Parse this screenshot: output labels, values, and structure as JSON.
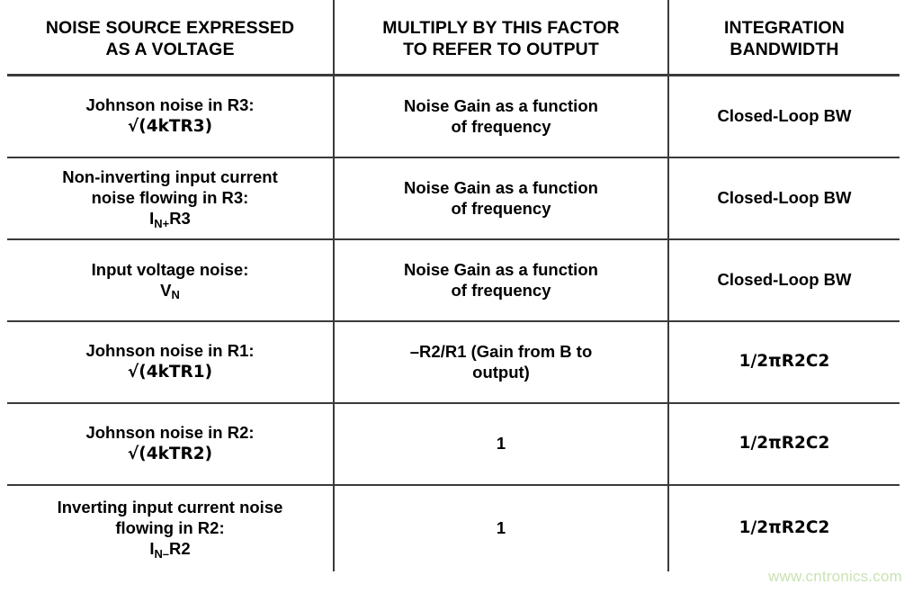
{
  "table": {
    "headers": [
      {
        "line1": "NOISE SOURCE EXPRESSED",
        "line2": "AS A VOLTAGE"
      },
      {
        "line1": "MULTIPLY BY THIS FACTOR",
        "line2": "TO REFER TO OUTPUT"
      },
      {
        "line1": "INTEGRATION",
        "line2": "BANDWIDTH"
      }
    ],
    "rows": [
      {
        "source_line1": "Johnson noise in R3:",
        "source_line2_prefix": "√(4kTR3)",
        "source_line2_sub": "",
        "source_line2_suffix": "",
        "factor_line1": "Noise Gain as a function",
        "factor_line2": "of frequency",
        "bandwidth": "Closed-Loop BW"
      },
      {
        "source_line1": "Non-inverting input current",
        "source_line1b": "noise flowing in R3:",
        "source_line2_prefix": "I",
        "source_line2_sub": "N+",
        "source_line2_suffix": "R3",
        "factor_line1": "Noise Gain as a function",
        "factor_line2": "of frequency",
        "bandwidth": "Closed-Loop BW"
      },
      {
        "source_line1": "Input voltage noise:",
        "source_line2_prefix": "V",
        "source_line2_sub": "N",
        "source_line2_suffix": "",
        "factor_line1": "Noise Gain as a function",
        "factor_line2": "of frequency",
        "bandwidth": "Closed-Loop BW"
      },
      {
        "source_line1": "Johnson noise in R1:",
        "source_line2_prefix": "√(4kTR1)",
        "source_line2_sub": "",
        "source_line2_suffix": "",
        "factor_line1": "–R2/R1 (Gain from B to",
        "factor_line2": "output)",
        "bandwidth": "1/2πR2C2"
      },
      {
        "source_line1": "Johnson noise in R2:",
        "source_line2_prefix": "√(4kTR2)",
        "source_line2_sub": "",
        "source_line2_suffix": "",
        "factor_line1": "1",
        "factor_line2": "",
        "bandwidth": "1/2πR2C2"
      },
      {
        "source_line1": "Inverting input current noise",
        "source_line1b": "flowing in R2:",
        "source_line2_prefix": "I",
        "source_line2_sub": "N–",
        "source_line2_suffix": "R2",
        "factor_line1": "1",
        "factor_line2": "",
        "bandwidth": "1/2πR2C2"
      }
    ]
  },
  "watermark": {
    "text": "www.cntronics.com",
    "color": "#c9e3b3"
  },
  "colors": {
    "text": "#000000",
    "rule": "#3a3a3a",
    "background": "#ffffff"
  }
}
